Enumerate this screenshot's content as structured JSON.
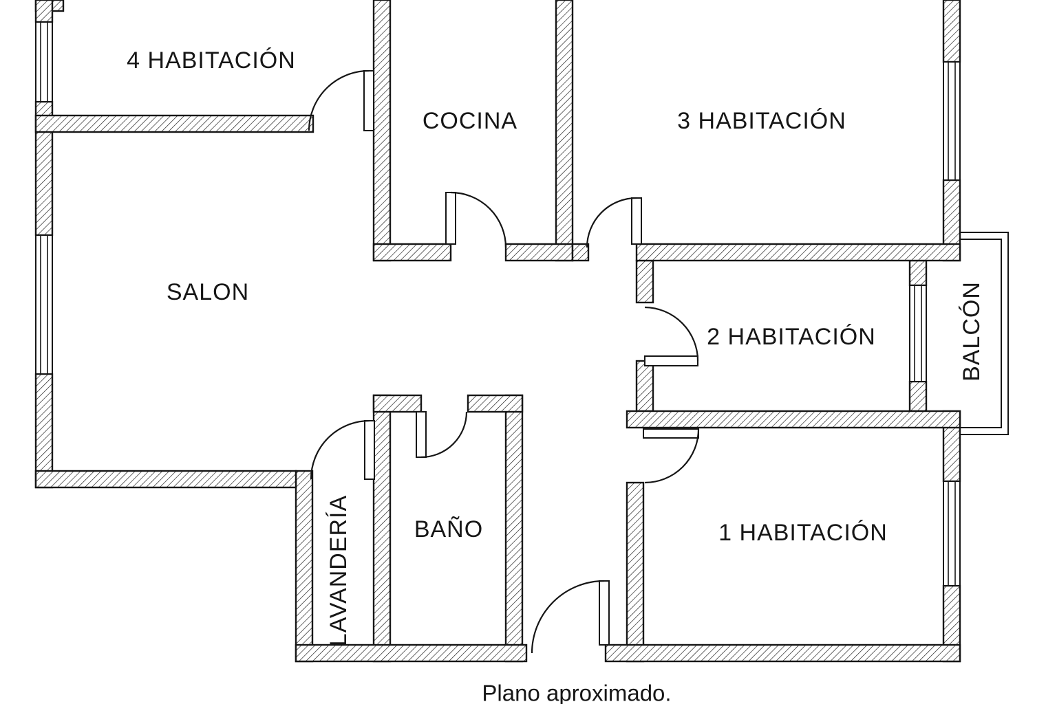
{
  "page": {
    "caption": "Plano aproximado.",
    "background": "#ffffff",
    "ink": "#161616"
  },
  "rooms": {
    "hab4": "4 HABITACIÓN",
    "cocina": "COCINA",
    "hab3": "3 HABITACIÓN",
    "salon": "SALON",
    "hab2": "2 HABITACIÓN",
    "balcon": "BALCÓN",
    "lavanderia": "LAVANDERÍA",
    "bano": "BAÑO",
    "hab1": "1 HABITACIÓN"
  }
}
